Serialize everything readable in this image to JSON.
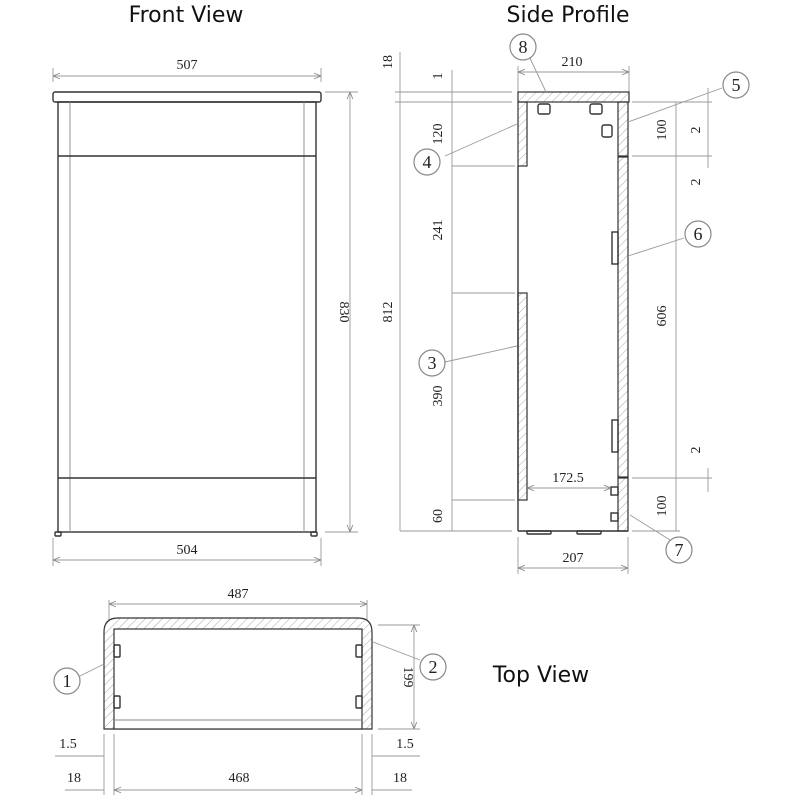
{
  "views": {
    "front": {
      "title": "Front View",
      "dims": {
        "top_width": "507",
        "bottom_width": "504",
        "height": "830"
      }
    },
    "side": {
      "title": "Side Profile",
      "dims": {
        "top_depth": "210",
        "bottom_depth": "207",
        "inner_depth": "172.5",
        "left_18": "18",
        "left_1": "1",
        "left_812": "812",
        "left_120": "120",
        "left_241": "241",
        "left_390": "390",
        "left_60": "60",
        "right_100_top": "100",
        "right_606": "606",
        "right_100_bottom": "100",
        "right_2_a": "2",
        "right_2_b": "2",
        "right_2_c": "2"
      }
    },
    "top": {
      "title": "Top View",
      "dims": {
        "width": "487",
        "depth": "199",
        "inner_width": "468",
        "left_1_5": "1.5",
        "right_1_5": "1.5",
        "left_18": "18",
        "right_18": "18"
      }
    }
  },
  "callouts": [
    "1",
    "2",
    "3",
    "4",
    "5",
    "6",
    "7",
    "8"
  ]
}
